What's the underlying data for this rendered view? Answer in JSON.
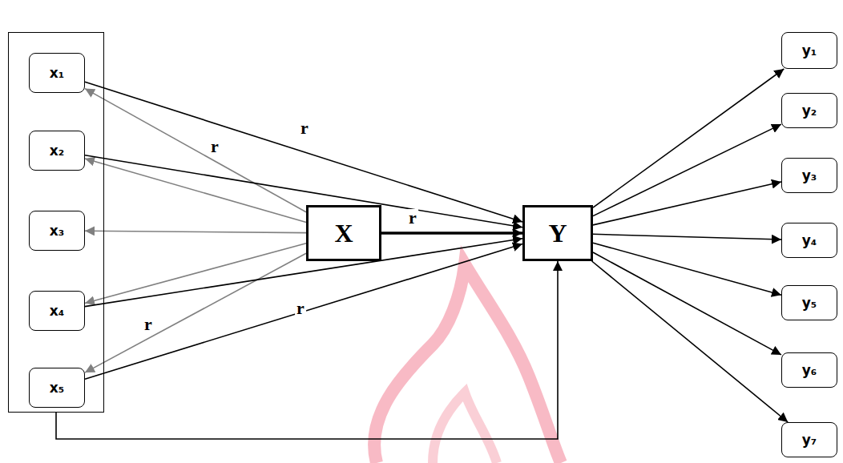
{
  "diagram": {
    "nodes": [
      {
        "text": []
      },
      {
        "text": [
          "x₁"
        ],
        "in": 0
      },
      {
        "text": [
          "x₂"
        ],
        "in": 0
      },
      {
        "text": [
          "x₃"
        ],
        "in": 0
      },
      {
        "text": [
          "x₄"
        ],
        "in": 0
      },
      {
        "text": [
          "x₅"
        ],
        "in": 0
      },
      {
        "text": [
          "X"
        ]
      },
      {
        "text": [
          "Y"
        ]
      },
      {
        "text": [
          "y₁"
        ]
      },
      {
        "text": [
          "y₂"
        ]
      },
      {
        "text": [
          "y₃"
        ]
      },
      {
        "text": [
          "y₄"
        ]
      },
      {
        "text": [
          "y₅"
        ]
      },
      {
        "text": [
          "y₆"
        ]
      },
      {
        "text": [
          "y₇"
        ]
      }
    ],
    "edges": [
      {
        "from": 6,
        "to": 1,
        "arrow": "to",
        "label": "r"
      },
      {
        "from": 6,
        "to": 2,
        "arrow": "to"
      },
      {
        "from": 6,
        "to": 3,
        "arrow": "to"
      },
      {
        "from": 6,
        "to": 4,
        "arrow": "to"
      },
      {
        "from": 6,
        "to": 5,
        "arrow": "to",
        "label": "r"
      },
      {
        "from": 1,
        "to": 7,
        "arrow": "to",
        "label": "r"
      },
      {
        "from": 2,
        "to": 7,
        "arrow": "to"
      },
      {
        "from": 4,
        "to": 7,
        "arrow": "to"
      },
      {
        "from": 5,
        "to": 7,
        "arrow": "to",
        "label": "r"
      },
      {
        "from": 6,
        "to": 7,
        "arrow": "to",
        "label": "r"
      },
      {
        "from": 0,
        "to": 7,
        "arrow": "to"
      },
      {
        "from": 7,
        "to": 8,
        "arrow": "to"
      },
      {
        "from": 7,
        "to": 9,
        "arrow": "to"
      },
      {
        "from": 7,
        "to": 10,
        "arrow": "to"
      },
      {
        "from": 7,
        "to": 11,
        "arrow": "to"
      },
      {
        "from": 7,
        "to": 12,
        "arrow": "to"
      },
      {
        "from": 7,
        "to": 13,
        "arrow": "to"
      },
      {
        "from": 7,
        "to": 14,
        "arrow": "to"
      }
    ]
  }
}
